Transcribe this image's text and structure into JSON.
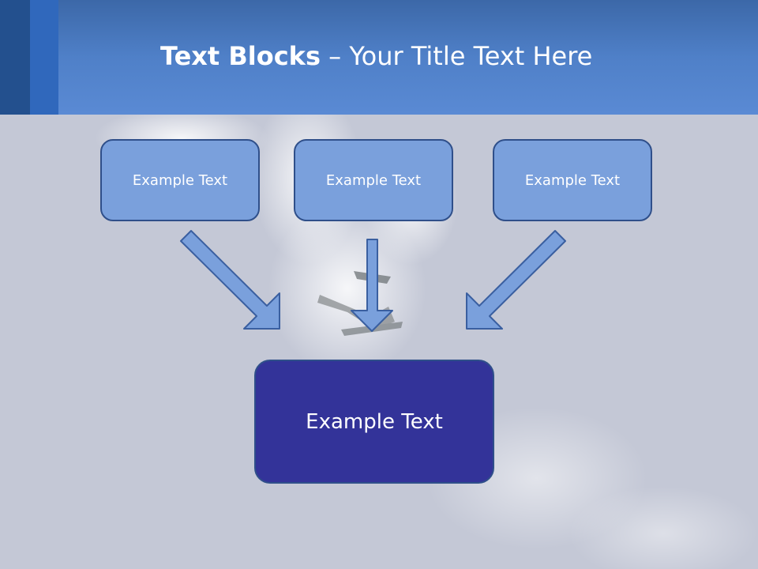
{
  "slide": {
    "title_bold": "Text Blocks",
    "title_rest": " – Your Title Text Here"
  },
  "blocks": {
    "top_left": "Example Text",
    "top_center": "Example Text",
    "top_right": "Example Text",
    "result": "Example Text"
  },
  "colors": {
    "header": "#5a8ad4",
    "small_box_fill": "#7aa0dc",
    "big_box_fill": "#333399",
    "arrow_fill": "#7aa0dc",
    "border": "#2f4f8a"
  }
}
